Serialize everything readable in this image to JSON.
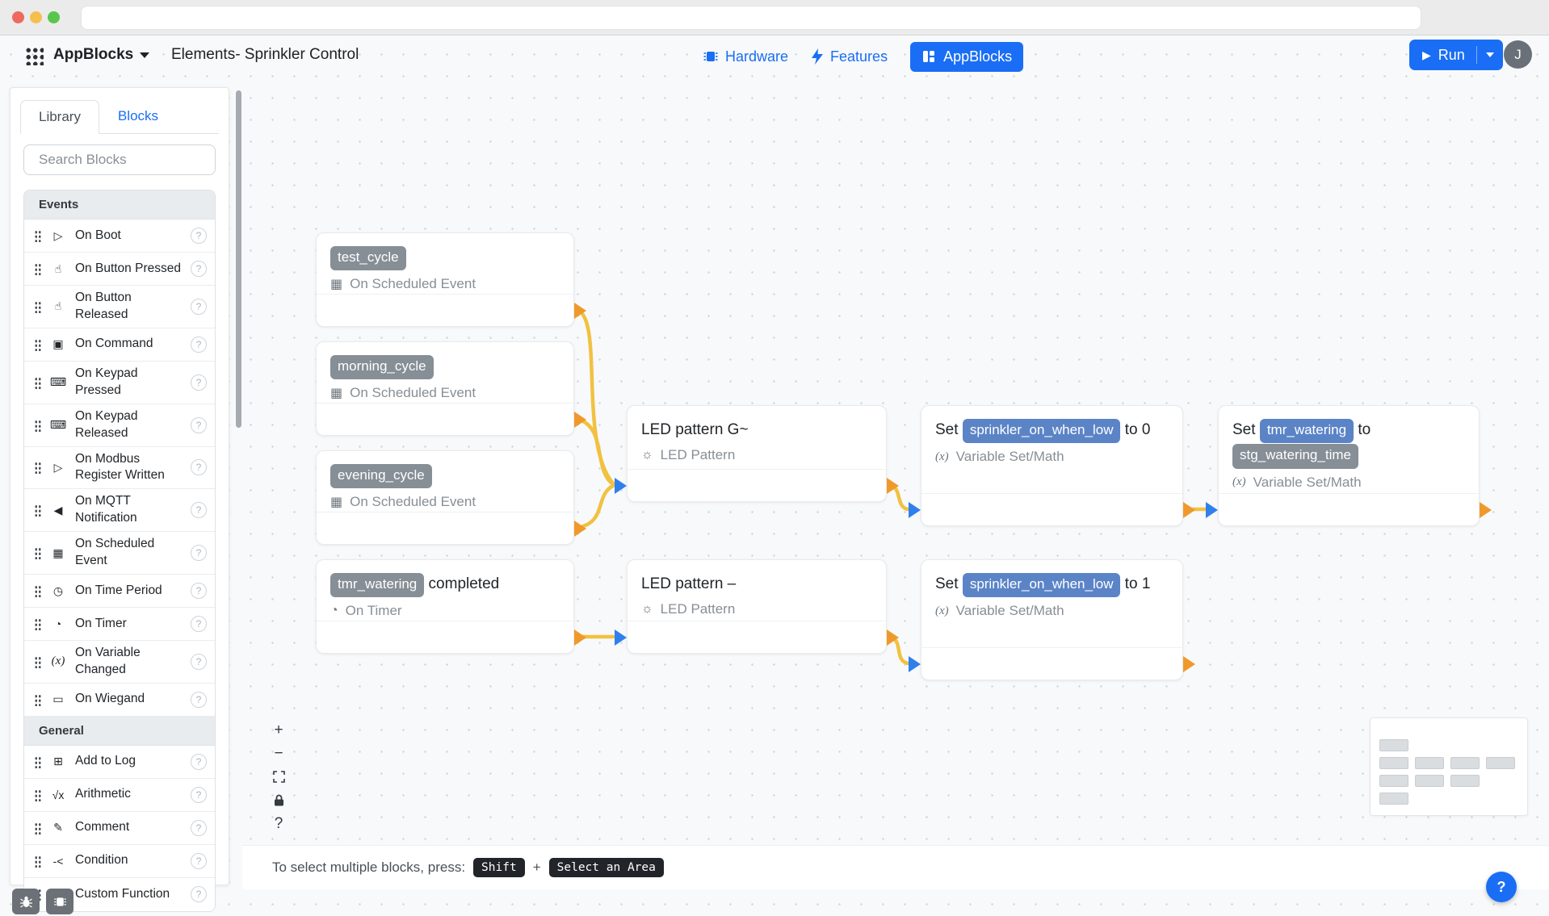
{
  "header": {
    "app_name": "AppBlocks",
    "doc_title": "Elements- Sprinkler Control",
    "nav": {
      "hardware": "Hardware",
      "features": "Features",
      "appblocks": "AppBlocks"
    },
    "run_label": "Run",
    "play_glyph": "▶",
    "avatar_initial": "J"
  },
  "sidebar": {
    "tab_library": "Library",
    "tab_blocks": "Blocks",
    "search_placeholder": "Search Blocks",
    "section_events": "Events",
    "section_general": "General",
    "help_glyph": "?",
    "events_items": [
      {
        "icon": "▷",
        "label": "On Boot"
      },
      {
        "icon": "☝",
        "label": "On Button Pressed"
      },
      {
        "icon": "☝",
        "label": "On Button Released"
      },
      {
        "icon": "▣",
        "label": "On Command"
      },
      {
        "icon": "⌨",
        "label": "On Keypad Pressed"
      },
      {
        "icon": "⌨",
        "label": "On Keypad Released"
      },
      {
        "icon": "▷",
        "label": "On Modbus Register Written"
      },
      {
        "icon": "◀",
        "label": "On MQTT Notification"
      },
      {
        "icon": "▦",
        "label": "On Scheduled Event"
      },
      {
        "icon": "◷",
        "label": "On Time Period"
      },
      {
        "icon": "◔",
        "label": "On Timer"
      },
      {
        "icon": "(x)",
        "label": "On Variable Changed"
      },
      {
        "icon": "▭",
        "label": "On Wiegand"
      }
    ],
    "general_items": [
      {
        "icon": "⊞",
        "label": "Add to Log"
      },
      {
        "icon": "√x",
        "label": "Arithmetic"
      },
      {
        "icon": "✎",
        "label": "Comment"
      },
      {
        "icon": "-<",
        "label": "Condition"
      },
      {
        "icon": "{ }",
        "label": "Custom Function"
      }
    ]
  },
  "canvas": {
    "blocks": {
      "test_cycle": {
        "badge": "test_cycle",
        "subtitle": "On Scheduled Event",
        "icon": "▦"
      },
      "morning_cycle": {
        "badge": "morning_cycle",
        "subtitle": "On Scheduled Event",
        "icon": "▦"
      },
      "evening_cycle": {
        "badge": "evening_cycle",
        "subtitle": "On Scheduled Event",
        "icon": "▦"
      },
      "tmr_watering": {
        "badge": "tmr_watering",
        "text": "completed",
        "subtitle": "On Timer",
        "icon": "◔"
      },
      "led_g": {
        "title": "LED pattern G~",
        "subtitle": "LED Pattern",
        "icon": "☼"
      },
      "led_dash": {
        "title": "LED pattern –",
        "subtitle": "LED Pattern",
        "icon": "☼"
      },
      "set_low0": {
        "kw": "Set",
        "var": "sprinkler_on_when_low",
        "to": "to",
        "value": "0",
        "subtitle": "Variable Set/Math",
        "icon": "(x)"
      },
      "set_low1": {
        "kw": "Set",
        "var": "sprinkler_on_when_low",
        "to": "to",
        "value": "1",
        "subtitle": "Variable Set/Math",
        "icon": "(x)"
      },
      "set_tmr": {
        "kw": "Set",
        "var": "tmr_watering",
        "to": "to",
        "value_badge": "stg_watering_time",
        "subtitle": "Variable Set/Math",
        "icon": "(x)"
      }
    },
    "controls": {
      "zoom_in": "+",
      "zoom_out": "−",
      "help": "?"
    },
    "hint": {
      "prefix": "To select multiple blocks, press:",
      "key_shift": "Shift",
      "plus": "+",
      "key_area": "Select an Area"
    }
  },
  "help_fab": "?",
  "colors": {
    "accent_blue": "#1a6ef5",
    "wire": "#f1c140",
    "port_in": "#2f80ed",
    "port_out": "#f0992b",
    "badge_gray": "#868e96",
    "badge_blue": "#5b84c7"
  }
}
